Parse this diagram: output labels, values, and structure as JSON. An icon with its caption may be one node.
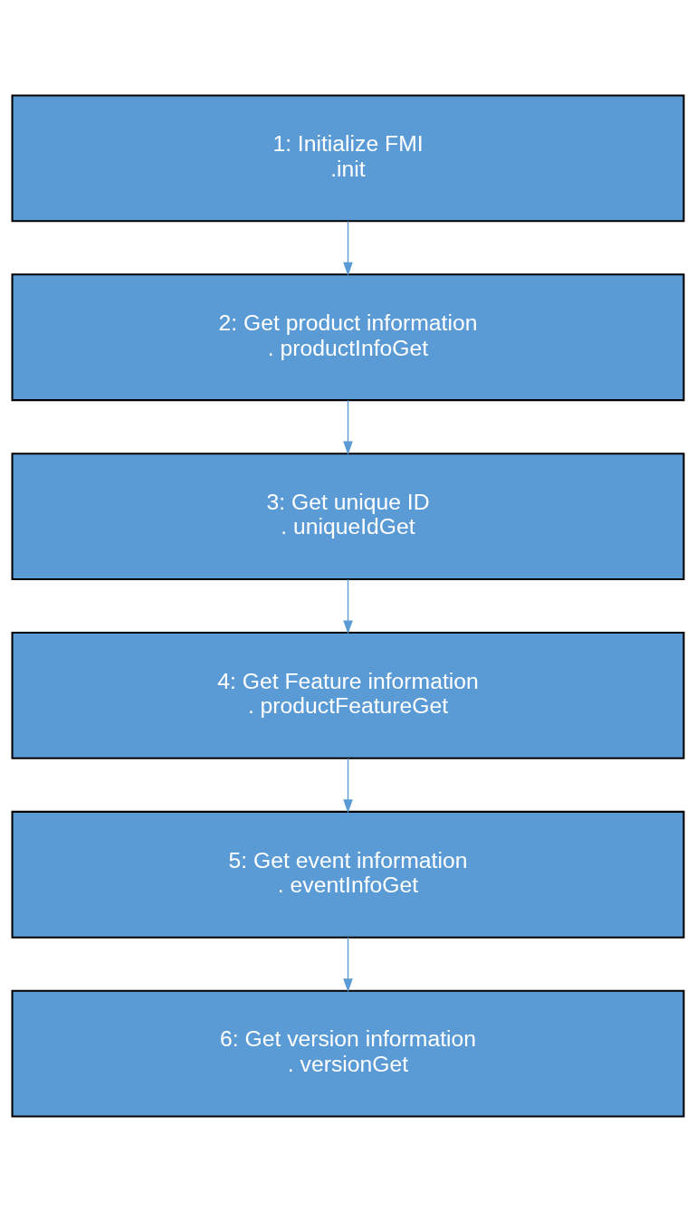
{
  "diagram": {
    "nodes": [
      {
        "text": [
          "1: Initialize FMI",
          ".init"
        ]
      },
      {
        "text": [
          "2: Get product information",
          ". productInfoGet"
        ]
      },
      {
        "text": [
          "3: Get unique ID",
          ". uniqueIdGet"
        ]
      },
      {
        "text": [
          "4: Get Feature information",
          ". productFeatureGet"
        ]
      },
      {
        "text": [
          "5: Get event information",
          ". eventInfoGet"
        ]
      },
      {
        "text": [
          "6: Get version information",
          ". versionGet"
        ]
      }
    ],
    "edges": [
      {
        "from": 0,
        "to": 1,
        "arrow": "to"
      },
      {
        "from": 1,
        "to": 2,
        "arrow": "to"
      },
      {
        "from": 2,
        "to": 3,
        "arrow": "to"
      },
      {
        "from": 3,
        "to": 4,
        "arrow": "to"
      },
      {
        "from": 4,
        "to": 5,
        "arrow": "to"
      }
    ]
  }
}
